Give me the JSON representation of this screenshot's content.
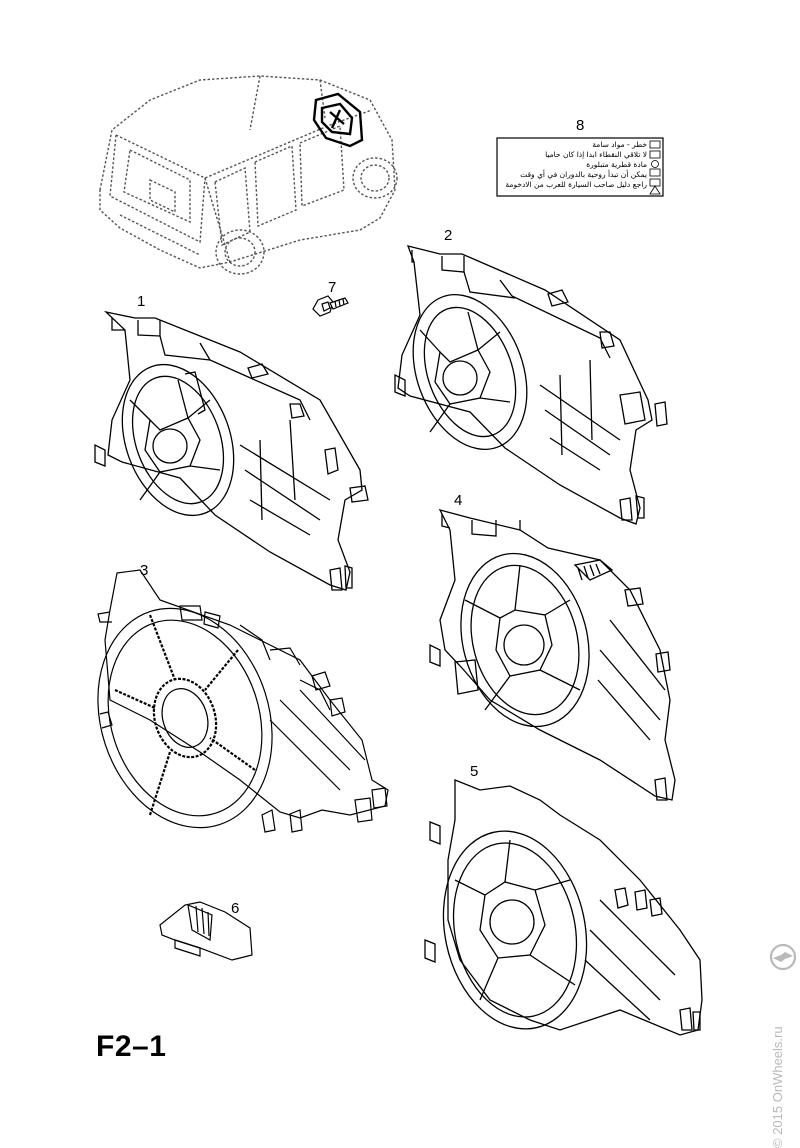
{
  "page_code": "F2–1",
  "watermark": "© 2015 OnWheels.ru",
  "colors": {
    "line": "#000000",
    "dashed": "#555555",
    "watermark": "#b9b9b9"
  },
  "callouts": [
    {
      "id": "1",
      "label": "1"
    },
    {
      "id": "2",
      "label": "2"
    },
    {
      "id": "3",
      "label": "3"
    },
    {
      "id": "4",
      "label": "4"
    },
    {
      "id": "5",
      "label": "5"
    },
    {
      "id": "6",
      "label": "6"
    },
    {
      "id": "7",
      "label": "7"
    },
    {
      "id": "8",
      "label": "8"
    }
  ],
  "warning_label": {
    "lines": [
      "خطر - مواد سامة",
      "لا تلاقي النقطاء ابدا إذا كان حاميا",
      "مادة قطرية متبلورة",
      "يمكن أن تبدأ روحية بالدوران في أي وقت",
      "راجع دليل صاحب السيارة للعرب من الادخومة"
    ]
  }
}
